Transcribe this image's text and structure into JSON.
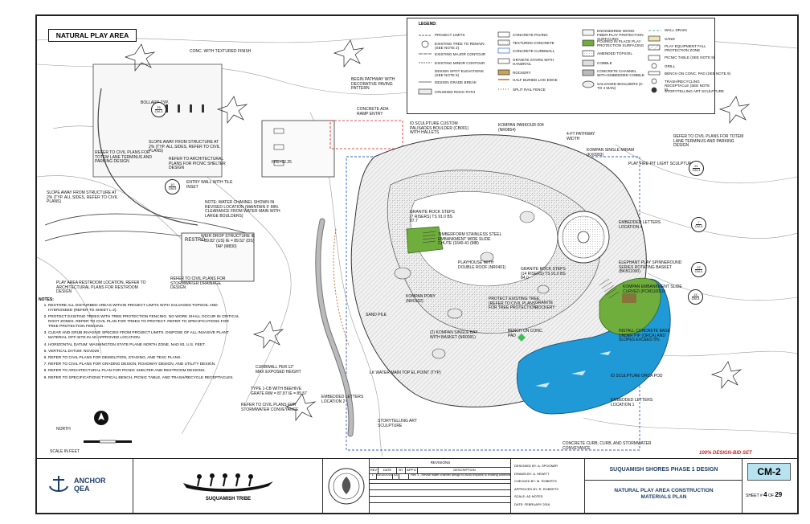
{
  "sheet_title": "NATURAL PLAY AREA",
  "legend": {
    "title": "LEGEND:",
    "col1": [
      "PROJECT LIMITS",
      "EXISTING TREE TO REMAIN (SEE NOTE 2)",
      "EXISTING MAJOR CONTOUR",
      "EXISTING MINOR CONTOUR",
      "DESIGN SPOT ELEVATIONS (SEE NOTE 6)",
      "DESIGN GRADE BREAK",
      "CRUSHED ROCK PATH"
    ],
    "col2": [
      "CONCRETE PAVING",
      "TEXTURED CONCRETE",
      "CONCRETE CURBWALL",
      "GRANITE STAIRS WITH HANDRAIL",
      "ROCKERY",
      "HALF BURIED LOG EDGE",
      "SPLIT RAIL FENCE"
    ],
    "col3": [
      "ENGINEERED WOOD FIBER PLAY PROTECTION SURFACING",
      "POURED IN PLACE PLAY PROTECTION SURFACING",
      "AMENDED TOPSOIL",
      "COBBLE",
      "CONCRETE CHANNEL WITH EMBEDDED COBBLE",
      "SALVAGED BOULDERS (2-TO 4 MAN)"
    ],
    "col4": [
      "WALL DRAIN",
      "SAND",
      "PLAY EQUIPMENT FALL PROTECTION ZONE",
      "PICNIC TABLE (SEE NOTE 9)",
      "GRILL",
      "BENCH ON CONC. PAD (SEE NOTE 9)",
      "TRASH/RECYCLING RECEPTACLE (SEE NOTE 9)",
      "STORYTELLING ART SCULPTURE"
    ]
  },
  "labels": {
    "conc_textured": "CONC. WITH TEXTURED FINISH",
    "bollard": "BOLLARD TYP.",
    "slope_away1": "SLOPE AWAY FROM STRUCTURE AT 2% (TYP. ALL SIDES, REFER TO CIVIL PLANS)",
    "refer_arch": "REFER TO ARCHITECTURAL PLANS FOR PICNIC SHELTER DESIGN",
    "refer_civil_totem": "REFER TO CIVIL PLANS FOR TOTEM LANE TERMINUS AND PARKING DESIGN",
    "ffe": "FFE=92.25",
    "entry_wall": "ENTRY WALL WITH TILE INSET",
    "slope_away2": "SLOPE AWAY FROM STRUCTURE AT 2% (TYP. ALL SIDES, REFER TO CIVIL PLANS)",
    "restro": "RESTRO",
    "restroom_loc": "PLAY AREA RESTROOM LOCATION, REFER TO ARCHITECTURAL PLANS FOR RESTROOM DESIGN",
    "begin_path": "BEGIN PATHWAY WITH DECORATIVE PAVING PATTERN",
    "concrete_ada": "CONCRETE ADA RAMP ENTRY",
    "sculpture_palisades": "ID SCULPTURE CUSTOM PALISADES BOULDER (CB001) WITH HALLETS",
    "kompan_parkour": "KOMPAN PARKOUR 004 (NR0854)",
    "pathway_4ft": "4-FT PATHWAY WIDTH",
    "kompan_single": "KOMPAN SINGLE MIRAM (KX0993)",
    "firepit": "PLAY FIRE PIT LIGHT SCULPTURE",
    "refer_civil_totem2": "REFER TO CIVIL PLANS FOR TOTEM LANE TERMINUS AND PARKING DESIGN",
    "water_channel": "NOTE: WATER CHANNEL SHOWN IN REVISED LOCATION (MAINTAIN 5' MIN. CLEARANCE FROM WATER MAIN WITH LARGE BOULDERS)",
    "granite_steps": "GRANITE ROCK STEPS (7 RISERS) TS 91.0 BS 87.7",
    "timberform": "TIMBERFORM STAINLESS STEEL EMBANKMENT WIDE SLIDE CHUTE (1640-41 (MB)",
    "playhouse": "PLAYHOUSE WITH DOUBLE ROOF (NR0401)",
    "embedded_letters": "EMBEDDED LETTERS LOCATION 4",
    "elephant": "ELEPHANT PLAY SPINNEROUND SERIES ROTATING BASKET (BKB11000)",
    "granite_steps2": "GRANITE ROCK STEPS (14 RISERS) TS 91.0 BS 84.0",
    "kompan_slide": "KOMPAN EMBANKMENT SLIDE CURVED (PCM110010)",
    "weir_drop": "WEIR DROP STRUCTURE IE = 89.82' (US) IE = 89.52' (DS)",
    "tap": "TAP (M830)",
    "refer_civil_storm": "REFER TO CIVIL PLANS FOR STORMWATER DRAINAGE DESIGN",
    "kompan_pony": "KOMPAN PONY (NR0102)",
    "protect_tree": "PROTECT EXISTING TREE (REFER TO CIVIL PLANS FOR TREE PROTECTION)",
    "granite_rockery": "GRANITE ROCKERY",
    "bench_conc": "BENCH ON CONC. PAD",
    "kompan_bay": "(2) KOMPAN SINGLE BAY WITH BASKET (NR0091)",
    "install_concrete": "INSTALL CONCRETE BASE UNDER PIP (ORCA) AND SLOPES EXCEED 5%",
    "sand_pile": "SAND PILE",
    "water_main": "LK WATER MAIN TOP EL POINT (TYP)",
    "curbwall": "CURBWALL PER 12\" MAX EXPOSED HEIGHT",
    "type_cb": "TYPE 1-CB WITH BEEHIVE GRATE RIM = 87.87 IE = 85.57",
    "refer_civil_storm2": "REFER TO CIVIL PLANS FOR STORMWATER CONVEYANCE",
    "id_orca": "ID SCULPTURE ORCA POD",
    "embedded_letters1": "EMBEDDED LETTERS LOCATION 1",
    "embedded_letters2": "EMBEDDED LETTERS LOCATION 2",
    "story_art": "STORYTELLING ART SCULPTURE",
    "concrete_curbwall": "CONCRETE CURB, CURB, AND STORMWATER CONVEYANCE",
    "north": "NORTH",
    "scale": "SCALE IN FEET"
  },
  "notes": {
    "title": "NOTES:",
    "items": [
      "RESTORE ALL DISTURBED AREAS WITHIN PROJECT LIMITS WITH SALVAGED TOPSOIL AND HYDROSEED (REFER TO SHEET L-2).",
      "PROTECT EXISTING TREES WITH TREE PROTECTION FENCING. NO WORK SHALL OCCUR IN CRITICAL ROOT ZONES. REFER TO CIVIL PLAN FOR TREES TO PROTECT. REFER TO SPECIFICATIONS FOR TREE PROTECTION FENCING.",
      "CLEAR AND GRUB INVASIVE SPECIES FROM PROJECT LIMITS. DISPOSE OF ALL INVASIVE PLANT MATERIAL OFF-SITE IN AN APPROVED LOCATION.",
      "HORIZONTAL DATUM: WASHINGTON STATE PLANE NORTH ZONE, NAD 83, U.S. FEET.",
      "VERTICAL DATUM: NGVD29",
      "REFER TO CIVIL PLANS FOR DEMOLITION, STAGING, AND TESC PLANS.",
      "REFER TO CIVIL PLANS FOR GRADING DESIGN, ROADWAY DESIGN, AND UTILITY DESIGN.",
      "REFER TO ARCHITECTURAL PLAN FOR PICNIC SHELTER AND RESTROOM DESIGNS.",
      "REFER TO SPECIFICATIONS TYPICAL BENCH, PICNIC TABLE, AND TRASH/RECYCLE RECEPTACLES."
    ]
  },
  "titleblock": {
    "company": "ANCHOR QEA",
    "tribe": "SUQUAMISH TRIBE",
    "revisions_title": "REVISIONS",
    "rev_headers": [
      "REV",
      "DATE",
      "BY",
      "APP'D",
      "DESCRIPTION"
    ],
    "rev_row": [
      "1",
      "03/10/2016",
      "AS",
      "",
      "Rev 1 - Revise water channel design to avoid impacts to existing waterline"
    ],
    "designed_by": "DESIGNED BY: A. SPOONER",
    "drawn_by": "DRAWN BY: A. HEWITT",
    "checked_by": "CHECKED BY: M. ROBERTS",
    "approved_by": "APPROVED BY: R. ROBERTS",
    "scale": "SCALE: AS NOTED",
    "date": "DATE: FEBRUARY 2016",
    "project": "SUQUAMISH SHORES PHASE 1 DESIGN",
    "sheet_name": "NATURAL PLAY AREA CONSTRUCTION MATERIALS PLAN",
    "design_bid": "100% DESIGN-BID SET",
    "sheet_code": "CM-2",
    "sheet_num": "4",
    "sheet_of": "29",
    "sheet_prefix": "SHEET #",
    "of": "OF"
  },
  "colors": {
    "water_blue": "#1f9ad6",
    "grass_green": "#6fae3c",
    "wood_brown": "#8b6a3a",
    "red_markup": "#cc1d1d",
    "blue_markup": "#2e62c9"
  }
}
